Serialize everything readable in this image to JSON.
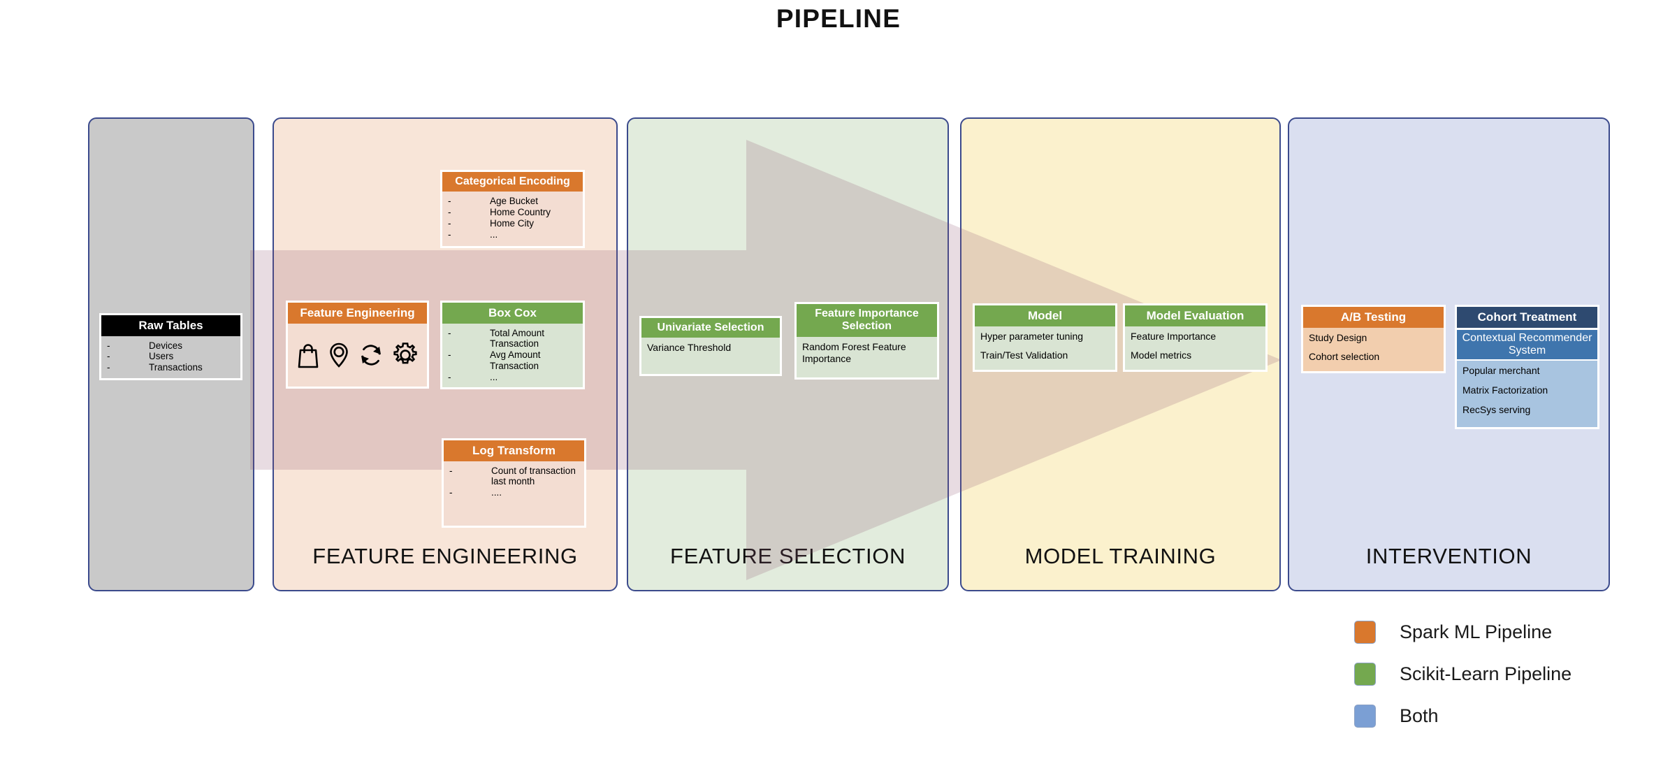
{
  "title": "PIPELINE",
  "colors": {
    "spark_orange": "#d9782d",
    "sklearn_green": "#74a84f",
    "both_blue": "#7b9fd4",
    "panel_border": "#3b4a8c",
    "navy": "#2e4a70",
    "blue": "#3f75ad"
  },
  "stages": [
    {
      "id": "raw",
      "label": "",
      "bg": "#c9c9c9"
    },
    {
      "id": "fe",
      "label": "FEATURE ENGINEERING",
      "bg": "#f8e5d8"
    },
    {
      "id": "fs",
      "label": "FEATURE SELECTION",
      "bg": "#e2ecdd"
    },
    {
      "id": "mt",
      "label": "MODEL TRAINING",
      "bg": "#fbf1cd"
    },
    {
      "id": "iv",
      "label": "INTERVENTION",
      "bg": "#dadff0"
    }
  ],
  "cards": {
    "raw_tables": {
      "title": "Raw Tables",
      "items": [
        "Devices",
        "Users",
        "Transactions"
      ]
    },
    "categorical_encoding": {
      "title": "Categorical Encoding",
      "items": [
        "Age Bucket",
        "Home Country",
        "Home City",
        "..."
      ]
    },
    "feature_engineering": {
      "title": "Feature Engineering",
      "icons": [
        "shopping-bag-icon",
        "location-pin-icon",
        "refresh-cycle-icon",
        "gear-icon"
      ]
    },
    "box_cox": {
      "title": "Box Cox",
      "items": [
        "Total Amount Transaction",
        "Avg Amount Transaction",
        "..."
      ]
    },
    "log_transform": {
      "title": "Log Transform",
      "items": [
        "Count of transaction last month",
        "...."
      ]
    },
    "univariate_selection": {
      "title": "Univariate Selection",
      "lines": [
        "Variance Threshold"
      ]
    },
    "feature_importance_selection": {
      "title": "Feature Importance Selection",
      "lines": [
        "Random Forest Feature Importance"
      ]
    },
    "model": {
      "title": "Model",
      "lines": [
        "Hyper parameter tuning",
        "Train/Test Validation"
      ]
    },
    "model_evaluation": {
      "title": "Model Evaluation",
      "lines": [
        "Feature Importance",
        "Model metrics"
      ]
    },
    "ab_testing": {
      "title": "A/B Testing",
      "lines": [
        "Study Design",
        "Cohort selection"
      ]
    },
    "cohort_treatment": {
      "title": "Cohort Treatment",
      "subtitle": "Contextual Recommender System",
      "lines": [
        "Popular merchant",
        "Matrix Factorization",
        "RecSys serving"
      ]
    }
  },
  "legend": [
    {
      "color": "#d9782d",
      "label": "Spark ML Pipeline"
    },
    {
      "color": "#74a84f",
      "label": "Scikit-Learn Pipeline"
    },
    {
      "color": "#7b9fd4",
      "label": "Both"
    }
  ]
}
